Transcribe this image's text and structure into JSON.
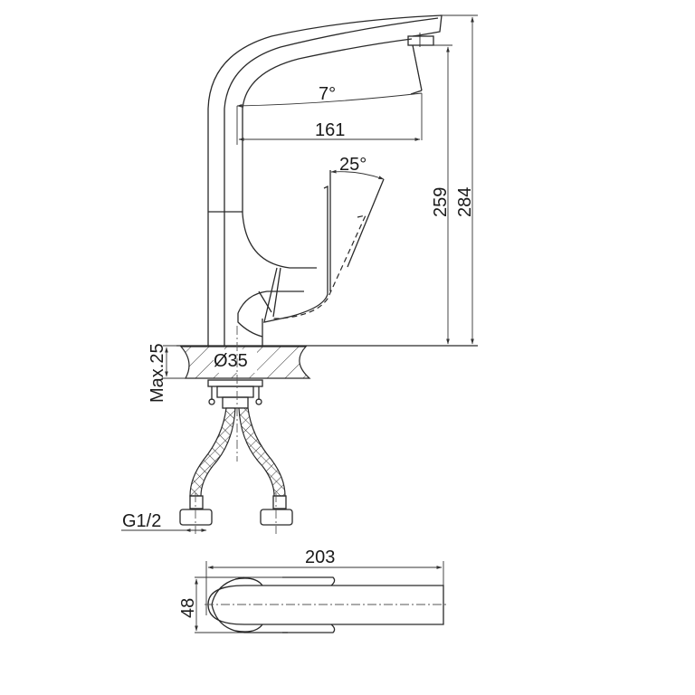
{
  "diagram": {
    "subject": "Single-lever kitchen faucet technical drawing",
    "views": [
      "side-elevation",
      "top-plan"
    ],
    "colors": {
      "line": "#2a2a2a",
      "background": "#ffffff"
    }
  },
  "dimensions": {
    "spout_angle": "7°",
    "spout_reach": "161",
    "lever_angle": "25°",
    "outlet_height": "259",
    "total_height": "284",
    "mount_hole": "Ø35",
    "max_deck": "Max.25",
    "thread": "G1/2",
    "top_length": "203",
    "top_width": "48"
  }
}
